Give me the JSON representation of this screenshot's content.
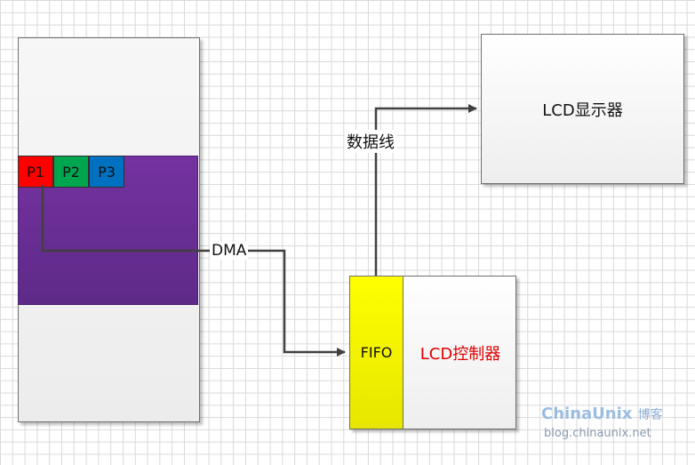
{
  "memory": {
    "pixels": [
      {
        "label": "P1",
        "color": "#ff0000"
      },
      {
        "label": "P2",
        "color": "#00a54f"
      },
      {
        "label": "P3",
        "color": "#0070c0"
      }
    ],
    "framebuffer_color": "#7030a0"
  },
  "edges": {
    "dma_label": "DMA",
    "dataline_label": "数据线"
  },
  "controller": {
    "fifo_label": "FIFO",
    "controller_label": "LCD控制器",
    "fifo_color": "#ffff00",
    "controller_label_color": "#e00000"
  },
  "display": {
    "label": "LCD显示器"
  },
  "watermark": {
    "logo": "ChinaUnix",
    "logo_suffix": "博客",
    "url": "blog.chinaunix.net"
  }
}
